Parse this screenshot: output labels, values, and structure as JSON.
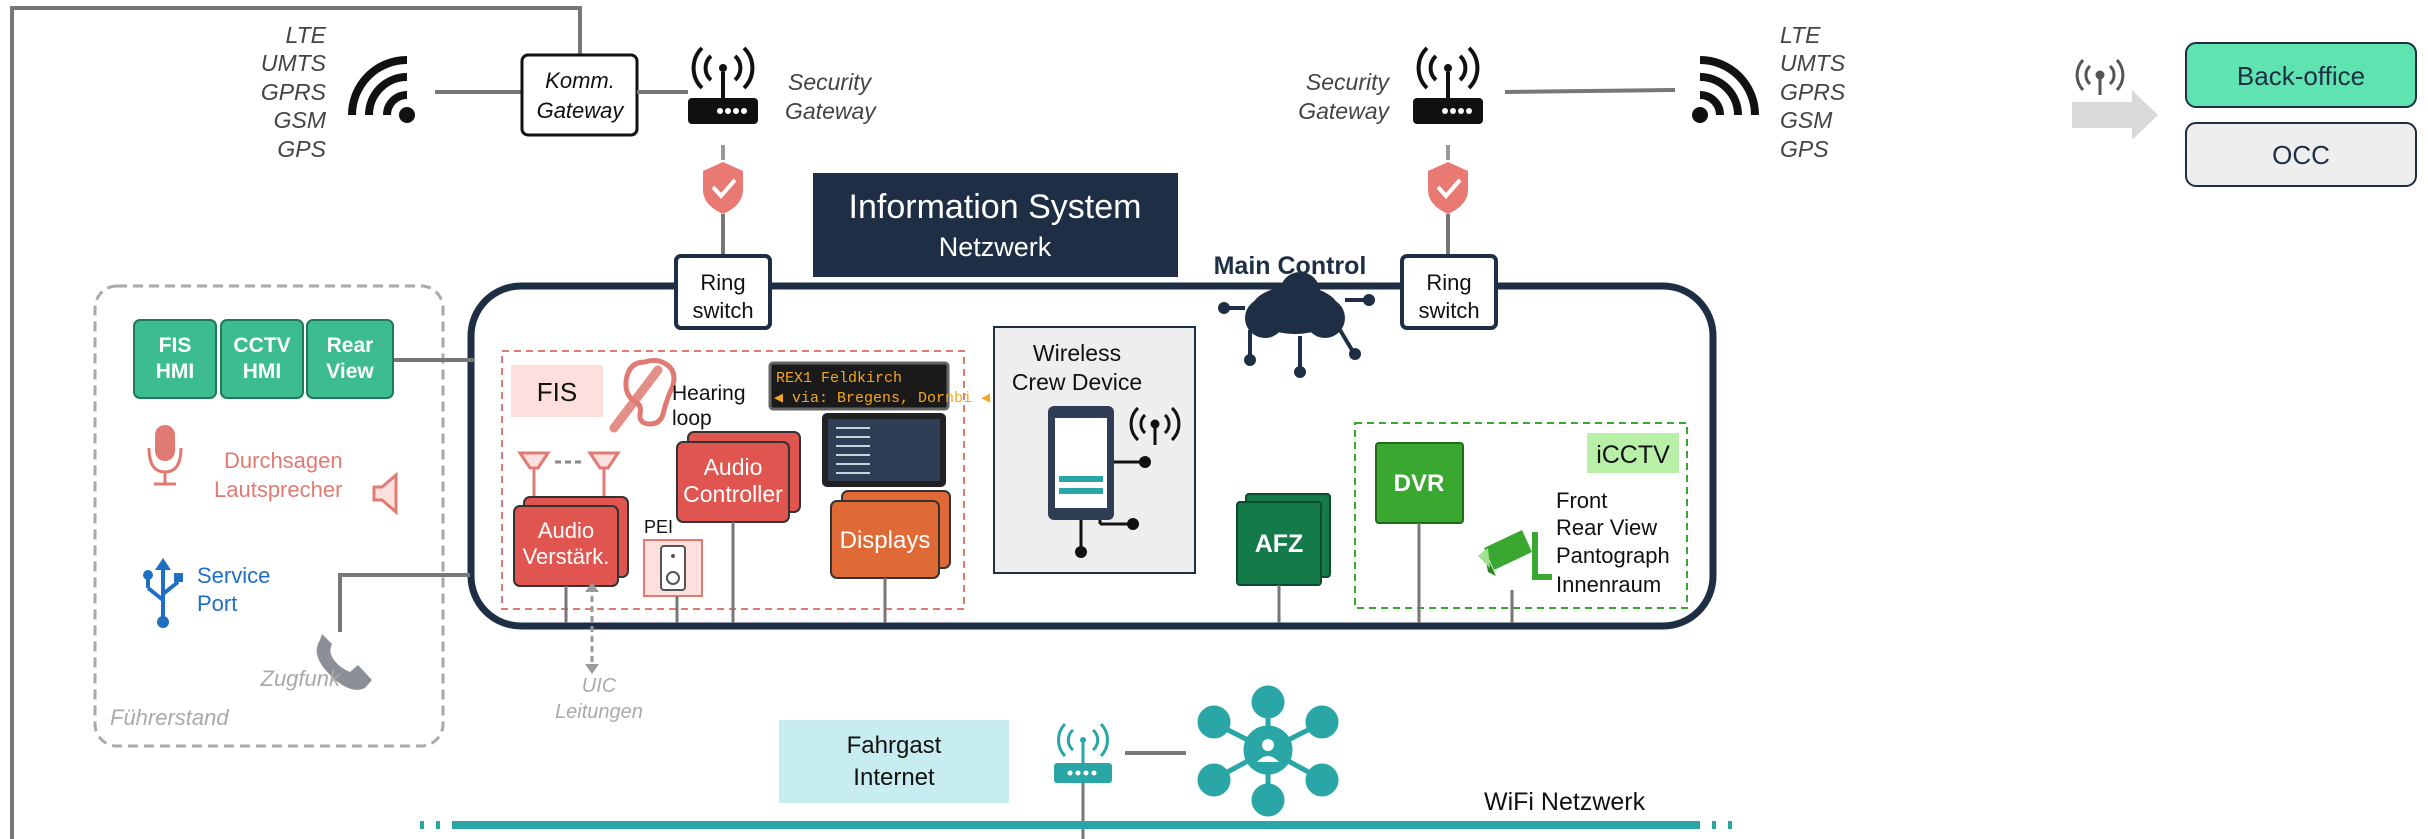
{
  "left_bearers": [
    "LTE",
    "UMTS",
    "GPRS",
    "GSM",
    "GPS"
  ],
  "right_bearers": [
    "LTE",
    "UMTS",
    "GPRS",
    "GSM",
    "GPS"
  ],
  "komm_gateway": [
    "Komm.",
    "Gateway"
  ],
  "security_gateway": [
    "Security",
    "Gateway"
  ],
  "ring_switch": [
    "Ring",
    "switch"
  ],
  "information_system": {
    "title": "Information System",
    "subtitle": "Netzwerk"
  },
  "main_control": "Main Control",
  "backoffice": {
    "back_office": "Back-office",
    "occ": "OCC"
  },
  "fuehrerstand": {
    "title": "Führerstand",
    "hmi": [
      [
        "FIS",
        "HMI"
      ],
      [
        "CCTV",
        "HMI"
      ],
      [
        "Rear",
        "View"
      ]
    ],
    "announcements": [
      "Durchsagen",
      "Lautsprecher"
    ],
    "service_port": [
      "Service",
      "Port"
    ],
    "zugfunk": "Zugfunk"
  },
  "fis": {
    "label": "FIS",
    "hearing_loop": [
      "Hearing",
      "loop"
    ],
    "led_display": {
      "line1": "REX1    Feldkirch",
      "line2": "◀ via: Bregens, Dornbi ◀"
    },
    "audio_amplifier": [
      "Audio",
      "Verstärk."
    ],
    "audio_controller": [
      "Audio",
      "Controller"
    ],
    "pei": "PEI",
    "displays": "Displays"
  },
  "uic": [
    "UIC",
    "Leitungen"
  ],
  "wireless_crew": [
    "Wireless",
    "Crew Device"
  ],
  "afz": "AFZ",
  "iccTV": {
    "label": "iCCTV",
    "dvr": "DVR",
    "cameras": [
      "Front",
      "Rear View",
      "Pantograph",
      "Innenraum"
    ]
  },
  "fahrgast_internet": [
    "Fahrgast",
    "Internet"
  ],
  "wifi_network": "WiFi Netzwerk",
  "colors": {
    "navy": "#1e2f45",
    "teal": "#2aa6a6",
    "green_hmi": "#3dbd8f",
    "fis_red": "#e0554f",
    "displays_orange": "#e06a36",
    "afz_green": "#147a4a",
    "dvr_green": "#3aa830",
    "salmon": "#e07b74",
    "blue": "#1f6fc2",
    "back_office": "#5fe3b0",
    "fahrgast_bg": "#c8edf0"
  }
}
